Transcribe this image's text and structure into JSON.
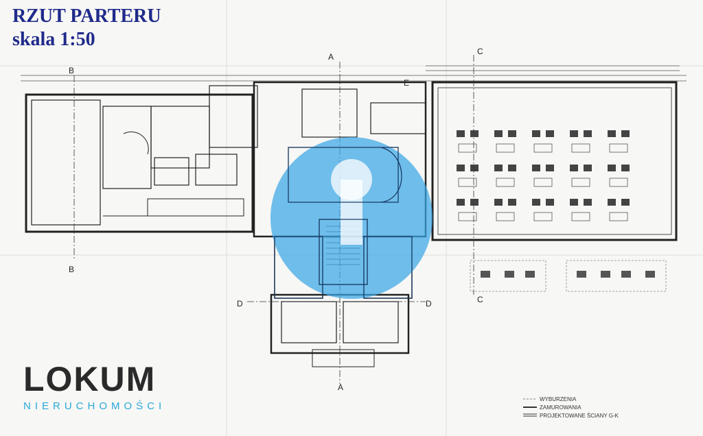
{
  "header": {
    "title_line1": "RZUT PARTERU",
    "title_line2": "skala 1:50"
  },
  "logo": {
    "name": "LOKUM",
    "tagline": "NIERUCHOMOŚCI",
    "accent_color": "#2aa8d8"
  },
  "legend": {
    "items": [
      "WYBURZENIA",
      "ZAMUROWANIA",
      "PROJEKTOWANE ŚCIANY G-K"
    ]
  },
  "section_marks": {
    "a": "A",
    "b": "B",
    "c": "C",
    "d": "D",
    "e": "E"
  },
  "highlight_color": "#3aa6e6"
}
